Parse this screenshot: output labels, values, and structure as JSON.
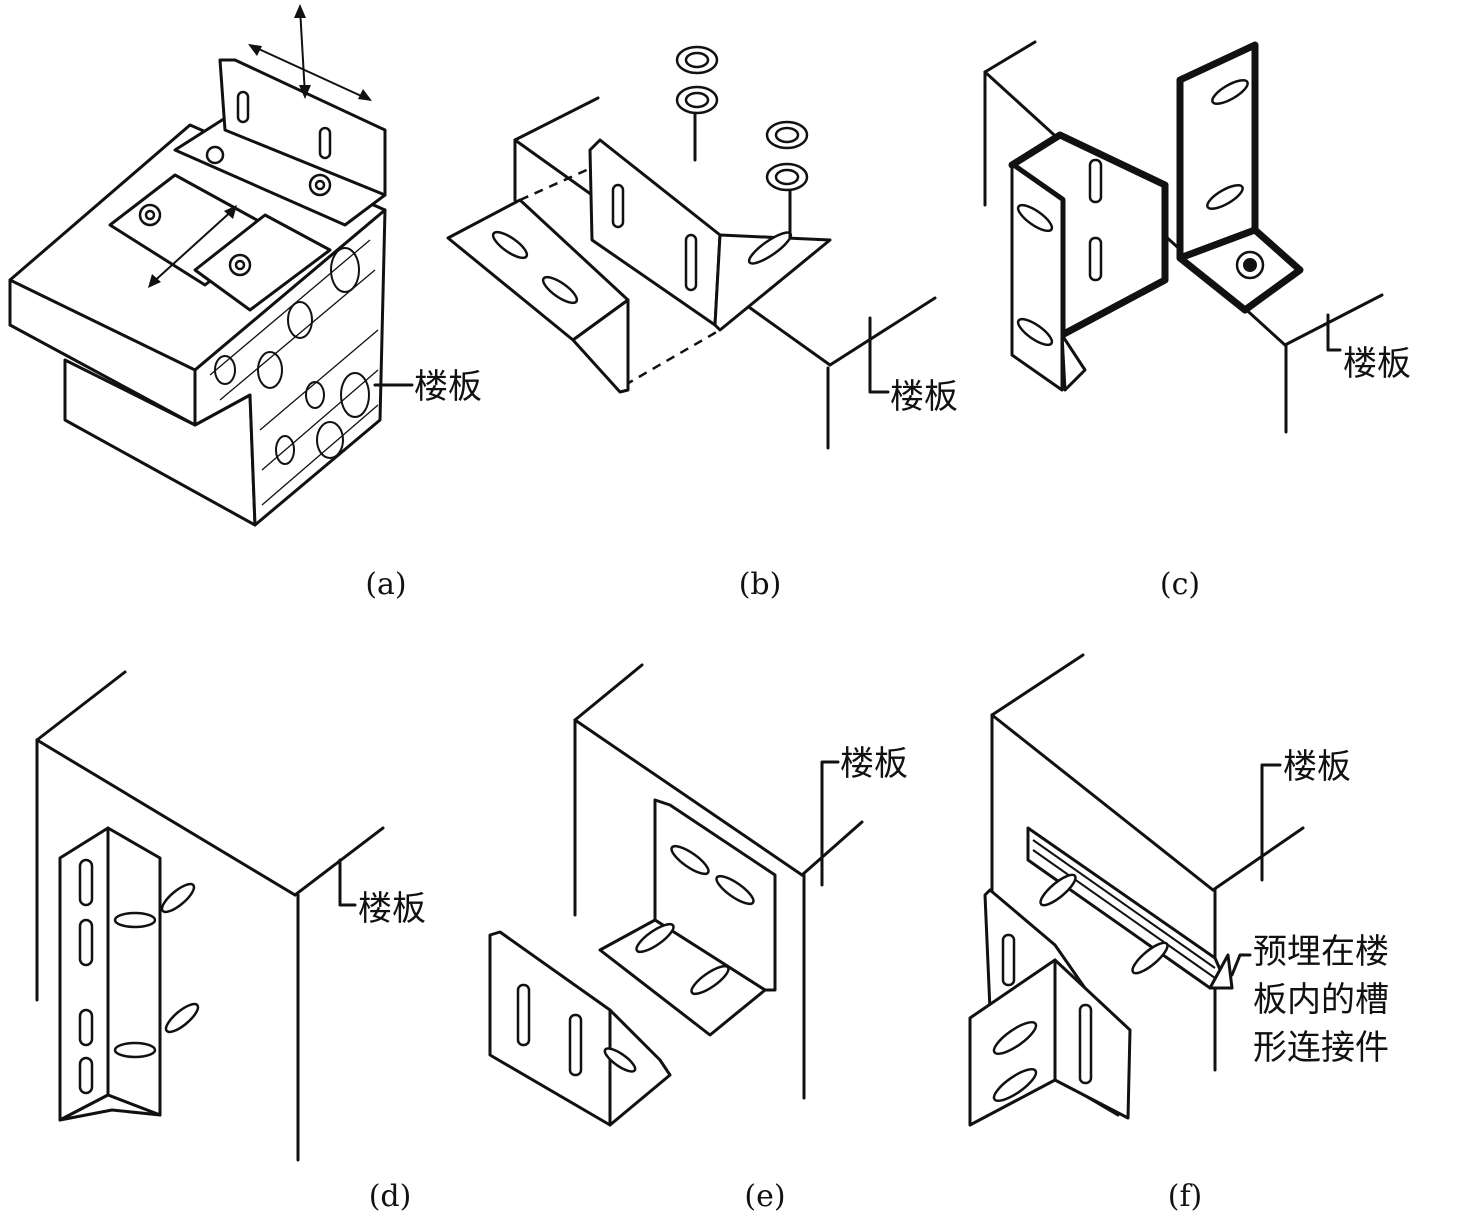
{
  "figure": {
    "panels": [
      {
        "id": "a",
        "caption": "(a)",
        "label": "楼板"
      },
      {
        "id": "b",
        "caption": "(b)",
        "label": "楼板"
      },
      {
        "id": "c",
        "caption": "(c)",
        "label": "楼板"
      },
      {
        "id": "d",
        "caption": "(d)",
        "label": "楼板"
      },
      {
        "id": "e",
        "caption": "(e)",
        "label": "楼板"
      },
      {
        "id": "f",
        "caption": "(f)",
        "label": "楼板",
        "callout_lines": [
          "预埋在楼",
          "板内的槽",
          "形连接件"
        ]
      }
    ]
  },
  "colors": {
    "line": "#111111",
    "background": "#ffffff"
  }
}
